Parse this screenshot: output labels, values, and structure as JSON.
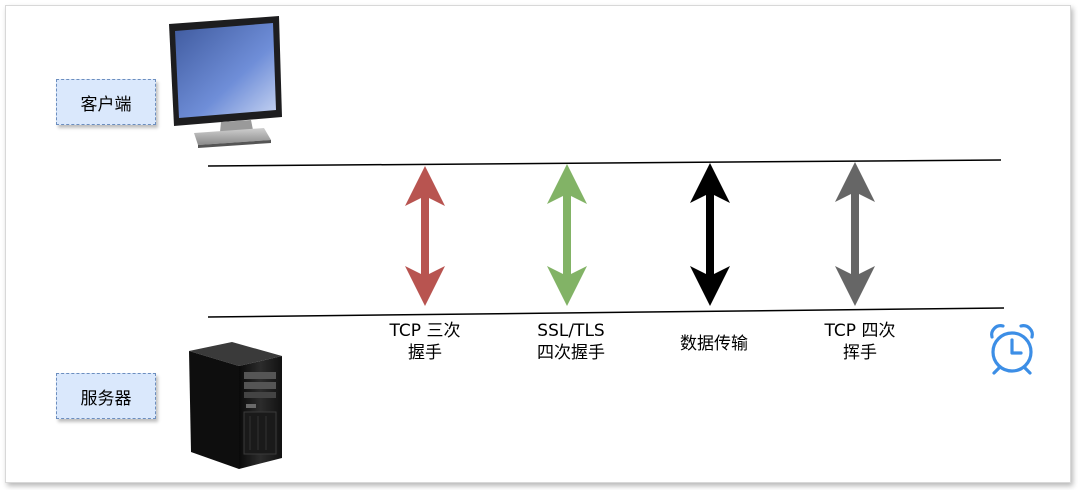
{
  "nodes": {
    "client_label": "客户端",
    "server_label": "服务器"
  },
  "arrows": [
    {
      "line1": "TCP 三次",
      "line2": "握手",
      "color": "#b85450"
    },
    {
      "line1": "SSL/TLS",
      "line2": "四次握手",
      "color": "#82b366"
    },
    {
      "line1": "数据传输",
      "line2": "",
      "color": "#000000"
    },
    {
      "line1": "TCP 四次",
      "line2": "挥手",
      "color": "#666666"
    }
  ],
  "icons": {
    "monitor": "desktop-monitor-icon",
    "tower": "server-tower-icon",
    "clock": "alarm-clock-icon"
  },
  "colors": {
    "label_fill": "#dae8fc",
    "label_border": "#6c8ebf",
    "clock": "#3c8ee6"
  }
}
